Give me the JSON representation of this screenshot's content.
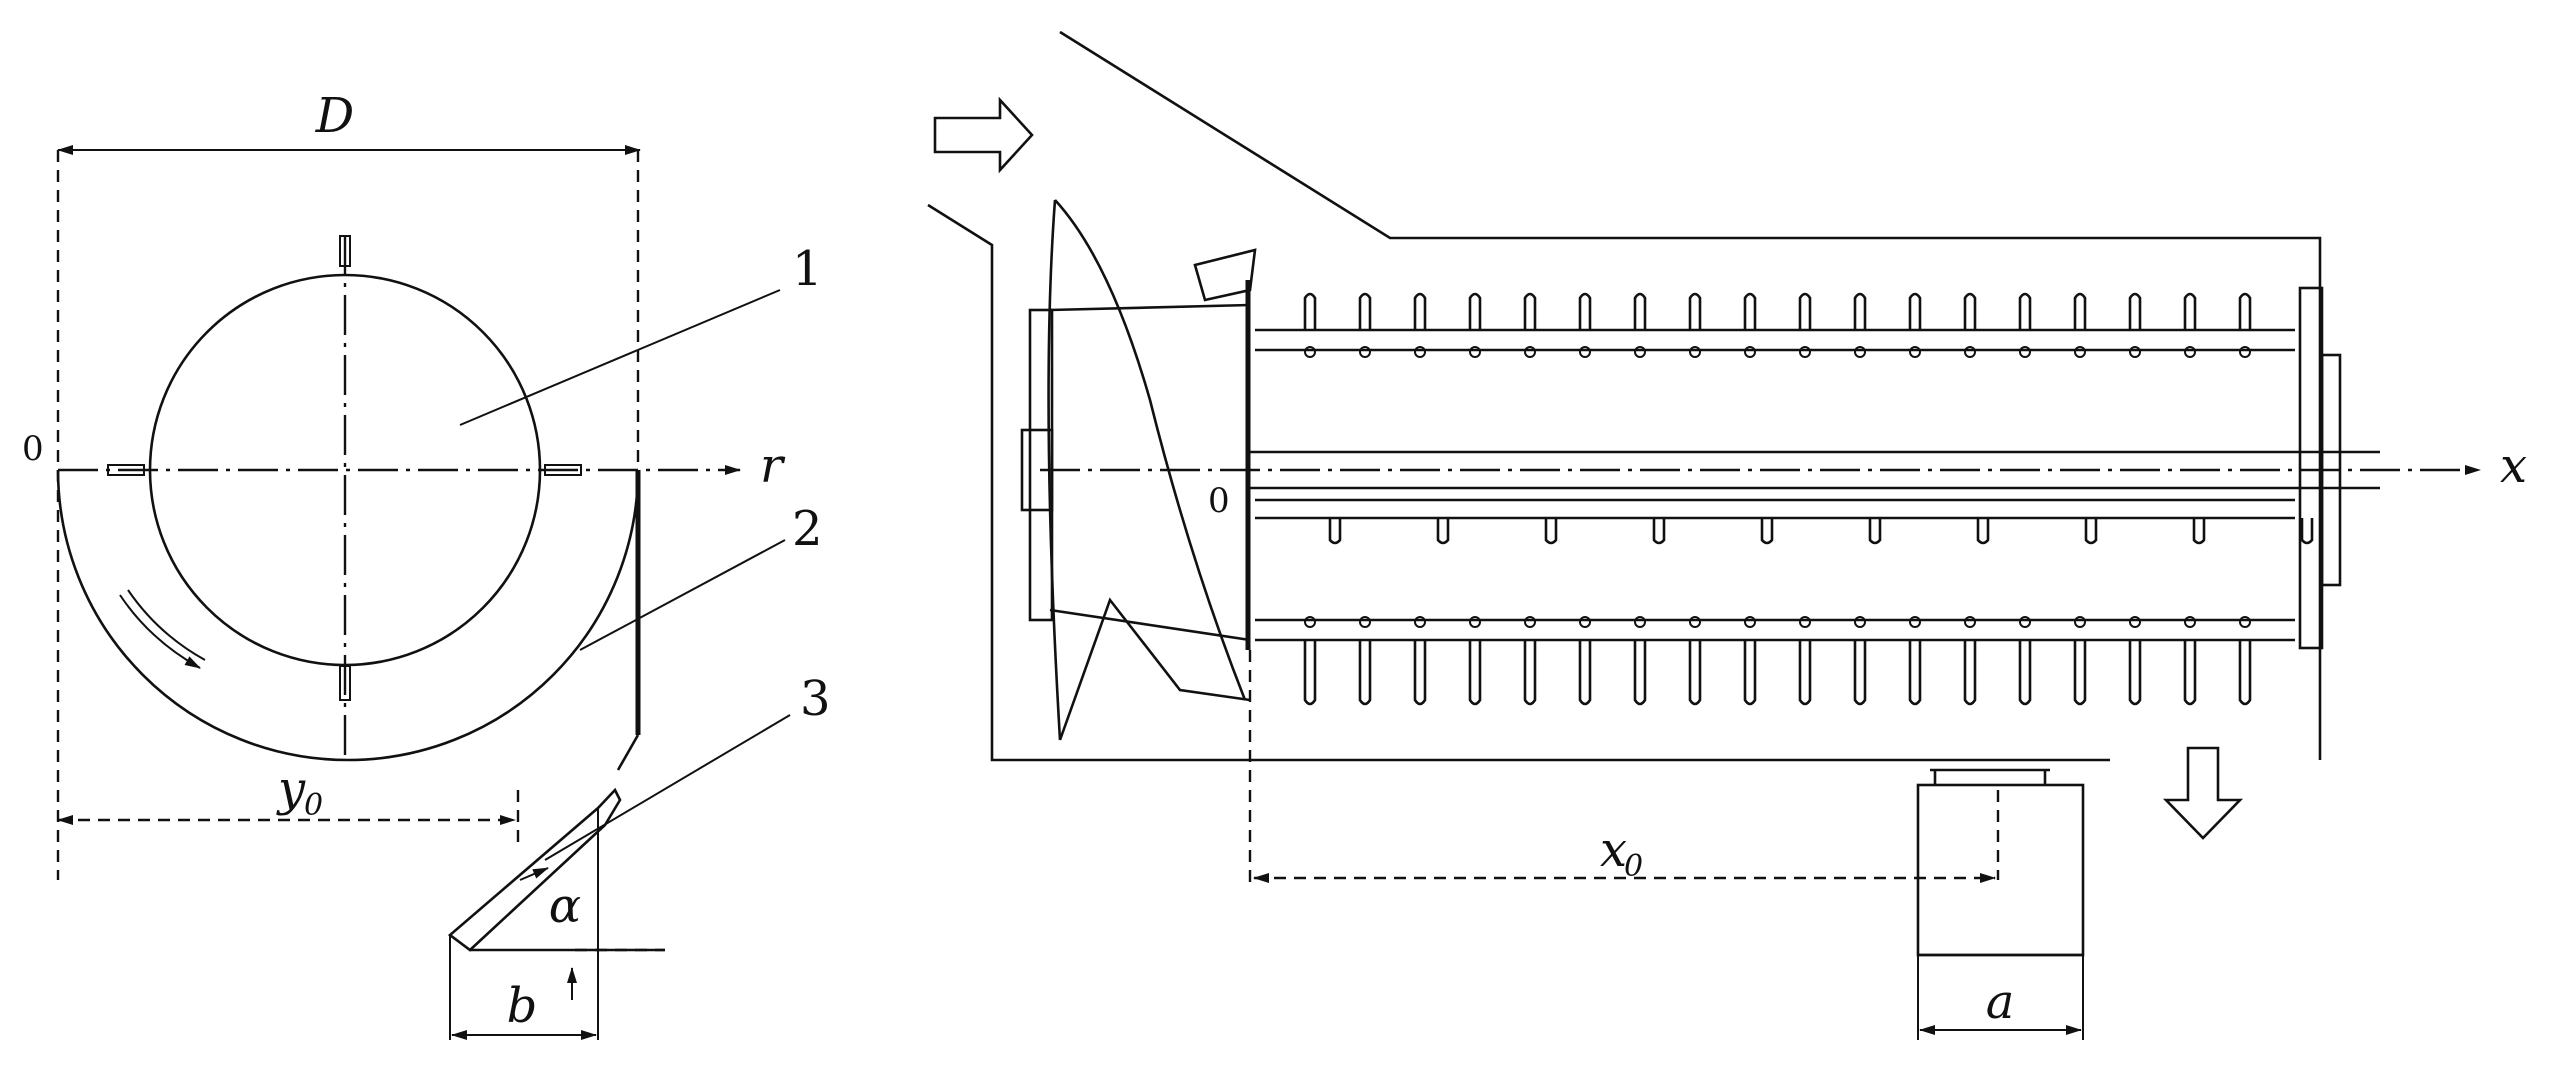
{
  "left_view": {
    "dim_D": "D",
    "dim_y0": "y",
    "dim_y0_sub": "0",
    "dim_b": "b",
    "angle_alpha": "α",
    "axis_r": "r",
    "origin_mark": "0",
    "callouts": [
      "1",
      "2",
      "3"
    ]
  },
  "right_view": {
    "axis_x": "x",
    "origin": "0",
    "dim_x0": "x",
    "dim_x0_sub": "0",
    "dim_a": "a"
  }
}
